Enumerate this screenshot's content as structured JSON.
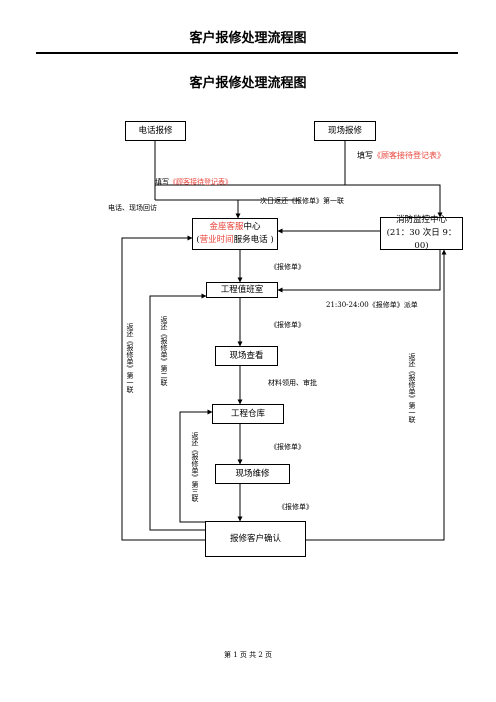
{
  "header": {
    "title": "客户报修处理流程图",
    "footer": "第 1 页 共 2 页"
  },
  "diagram": {
    "title": "客户报修处理流程图",
    "nodes": {
      "phone_report": "电话报修",
      "site_report": "现场报修",
      "cs_center": {
        "line1_red": "金座客服",
        "line1_black": "中心",
        "line2_open": "(",
        "line2_red": "营业时间",
        "line2_black": "服务电话 )"
      },
      "fire_center": {
        "line1": "消防监控中心",
        "line2": "(21：30 次日 9：00)"
      },
      "duty_room": "工程值班室",
      "site_inspect": "现场查看",
      "warehouse": "工程仓库",
      "site_repair": "现场维修",
      "confirm": "报修客户确认"
    },
    "labels": {
      "fill_form_right": {
        "prefix": "填写",
        "red": "《顾客接待登记表》"
      },
      "fill_form_left": {
        "prefix": "填写",
        "red": "《顾客接待登记表》"
      },
      "phone_visit": "电话、现场回访",
      "next_day_return": "次日返还《报修单》第一联",
      "repair_order_1": "《报修单》",
      "night_dispatch": "21:30-24:00《报修单》派单",
      "repair_order_2": "《报修单》",
      "materials": "材料领用、审批",
      "repair_order_3": "《报修单》",
      "repair_order_4": "《报修单》",
      "return_first_left": "返还《报修单》第一联",
      "return_second": "返还《报修单》第二联",
      "return_third": "返还《报修单》第三联",
      "return_first_right": "返还《报修单》第一联"
    }
  }
}
